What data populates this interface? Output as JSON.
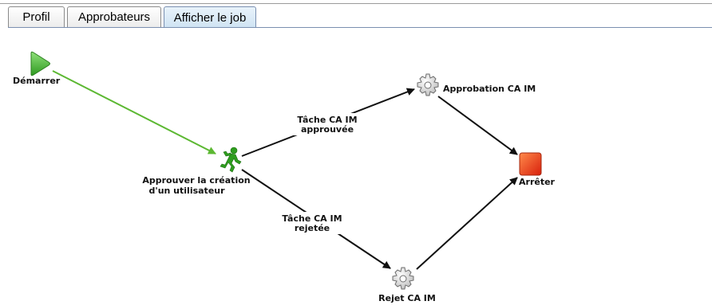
{
  "tabs": [
    {
      "label": "Profil",
      "active": false
    },
    {
      "label": "Approbateurs",
      "active": false
    },
    {
      "label": "Afficher le job",
      "active": true
    }
  ],
  "workflow": {
    "nodes": {
      "start": {
        "label": "Démarrer",
        "icon": "play-icon",
        "color": "#3faa2e"
      },
      "approve_user": {
        "line1": "Approuver la création",
        "line2": "d'un utilisateur",
        "icon": "running-person-icon",
        "color": "#2e9d1e"
      },
      "approval": {
        "label": "Approbation CA IM",
        "icon": "gear-icon"
      },
      "reject": {
        "label": "Rejet CA IM",
        "icon": "gear-icon"
      },
      "stop": {
        "label": "Arrêter",
        "icon": "stop-icon",
        "color": "#e8401c"
      }
    },
    "edges": {
      "approved": {
        "line1": "Tâche CA IM",
        "line2": "approuvée"
      },
      "rejected": {
        "line1": "Tâche CA IM",
        "line2": "rejetée"
      }
    },
    "colors": {
      "start_edge": "#5cb832",
      "edge": "#111111"
    }
  }
}
